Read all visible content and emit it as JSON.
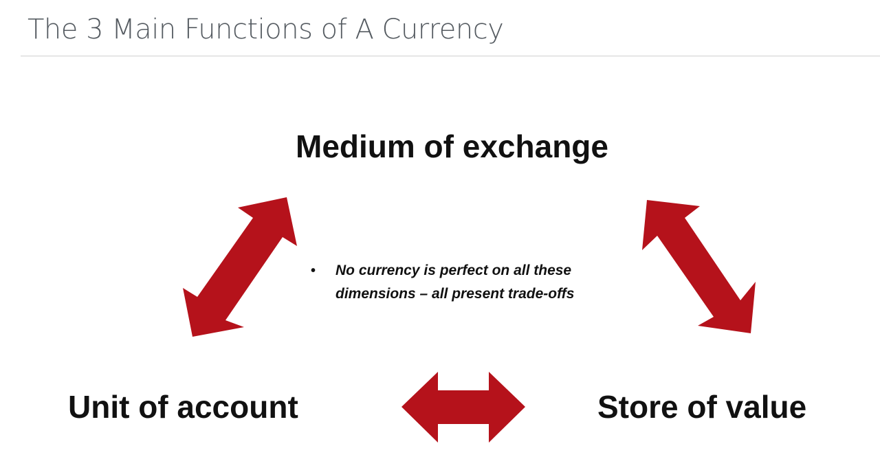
{
  "slide": {
    "title": "The 3 Main Functions of A Currency"
  },
  "diagram": {
    "nodes": {
      "top": "Medium of exchange",
      "left": "Unit of account",
      "right": "Store of value"
    },
    "note": {
      "bullet": "•",
      "text": "No currency is perfect on all these dimensions – all present trade-offs"
    },
    "arrow_color": "#b5121b"
  }
}
